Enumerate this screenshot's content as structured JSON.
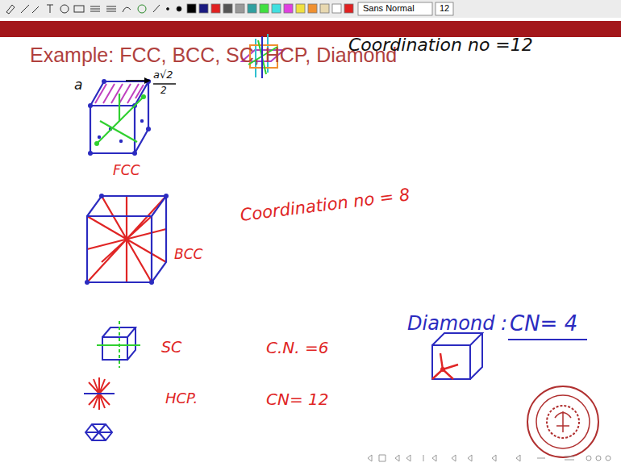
{
  "diagram": {
    "title": "Example: FCC, BCC, SC, HCP, Diamond",
    "labels": [
      "Sans Normal",
      "12",
      "a",
      "a√2",
      "2",
      "FCC",
      "Coordination no =12",
      "Coordination no = 8",
      "BCC",
      "SC",
      "C.N. =6",
      "Diamond :",
      "CN= 4",
      "HCP.",
      "CN= 12"
    ]
  }
}
